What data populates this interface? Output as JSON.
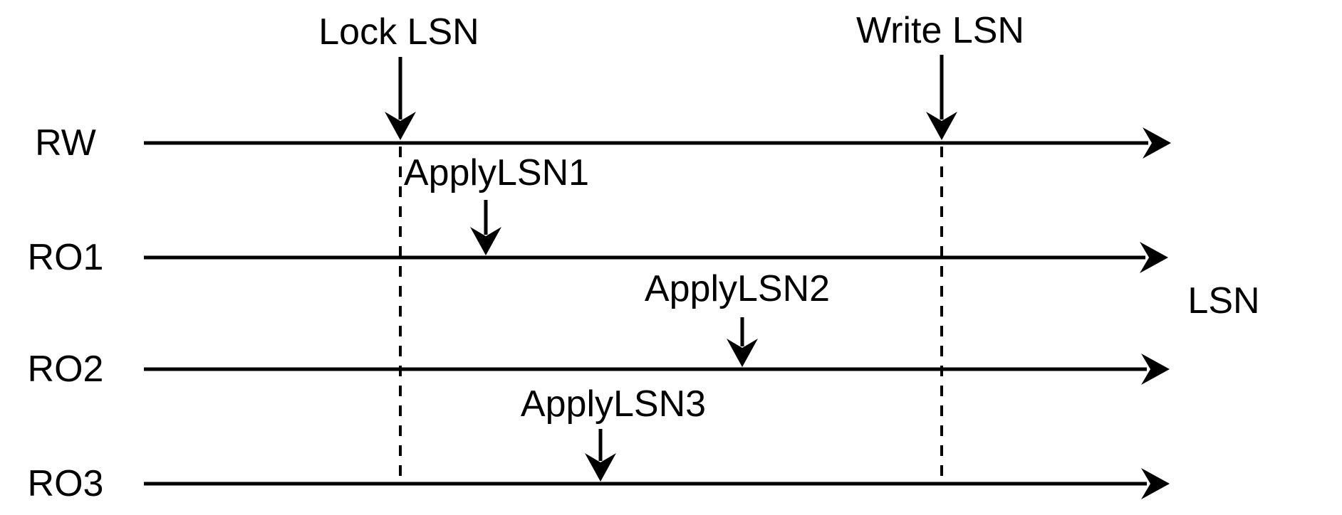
{
  "diagram": {
    "background_color": "#ffffff",
    "stroke_color": "#000000",
    "axis_label": "LSN",
    "lanes": [
      {
        "label": "RW"
      },
      {
        "label": "RO1"
      },
      {
        "label": "RO2"
      },
      {
        "label": "RO3"
      }
    ],
    "lsn_markers": {
      "lock": {
        "label": "Lock LSN",
        "points_to_lane": "RW"
      },
      "write": {
        "label": "Write LSN",
        "points_to_lane": "RW"
      }
    },
    "apply_events": [
      {
        "label": "ApplyLSN1",
        "points_to_lane": "RO1"
      },
      {
        "label": "ApplyLSN2",
        "points_to_lane": "RO2"
      },
      {
        "label": "ApplyLSN3",
        "points_to_lane": "RO3"
      }
    ]
  }
}
